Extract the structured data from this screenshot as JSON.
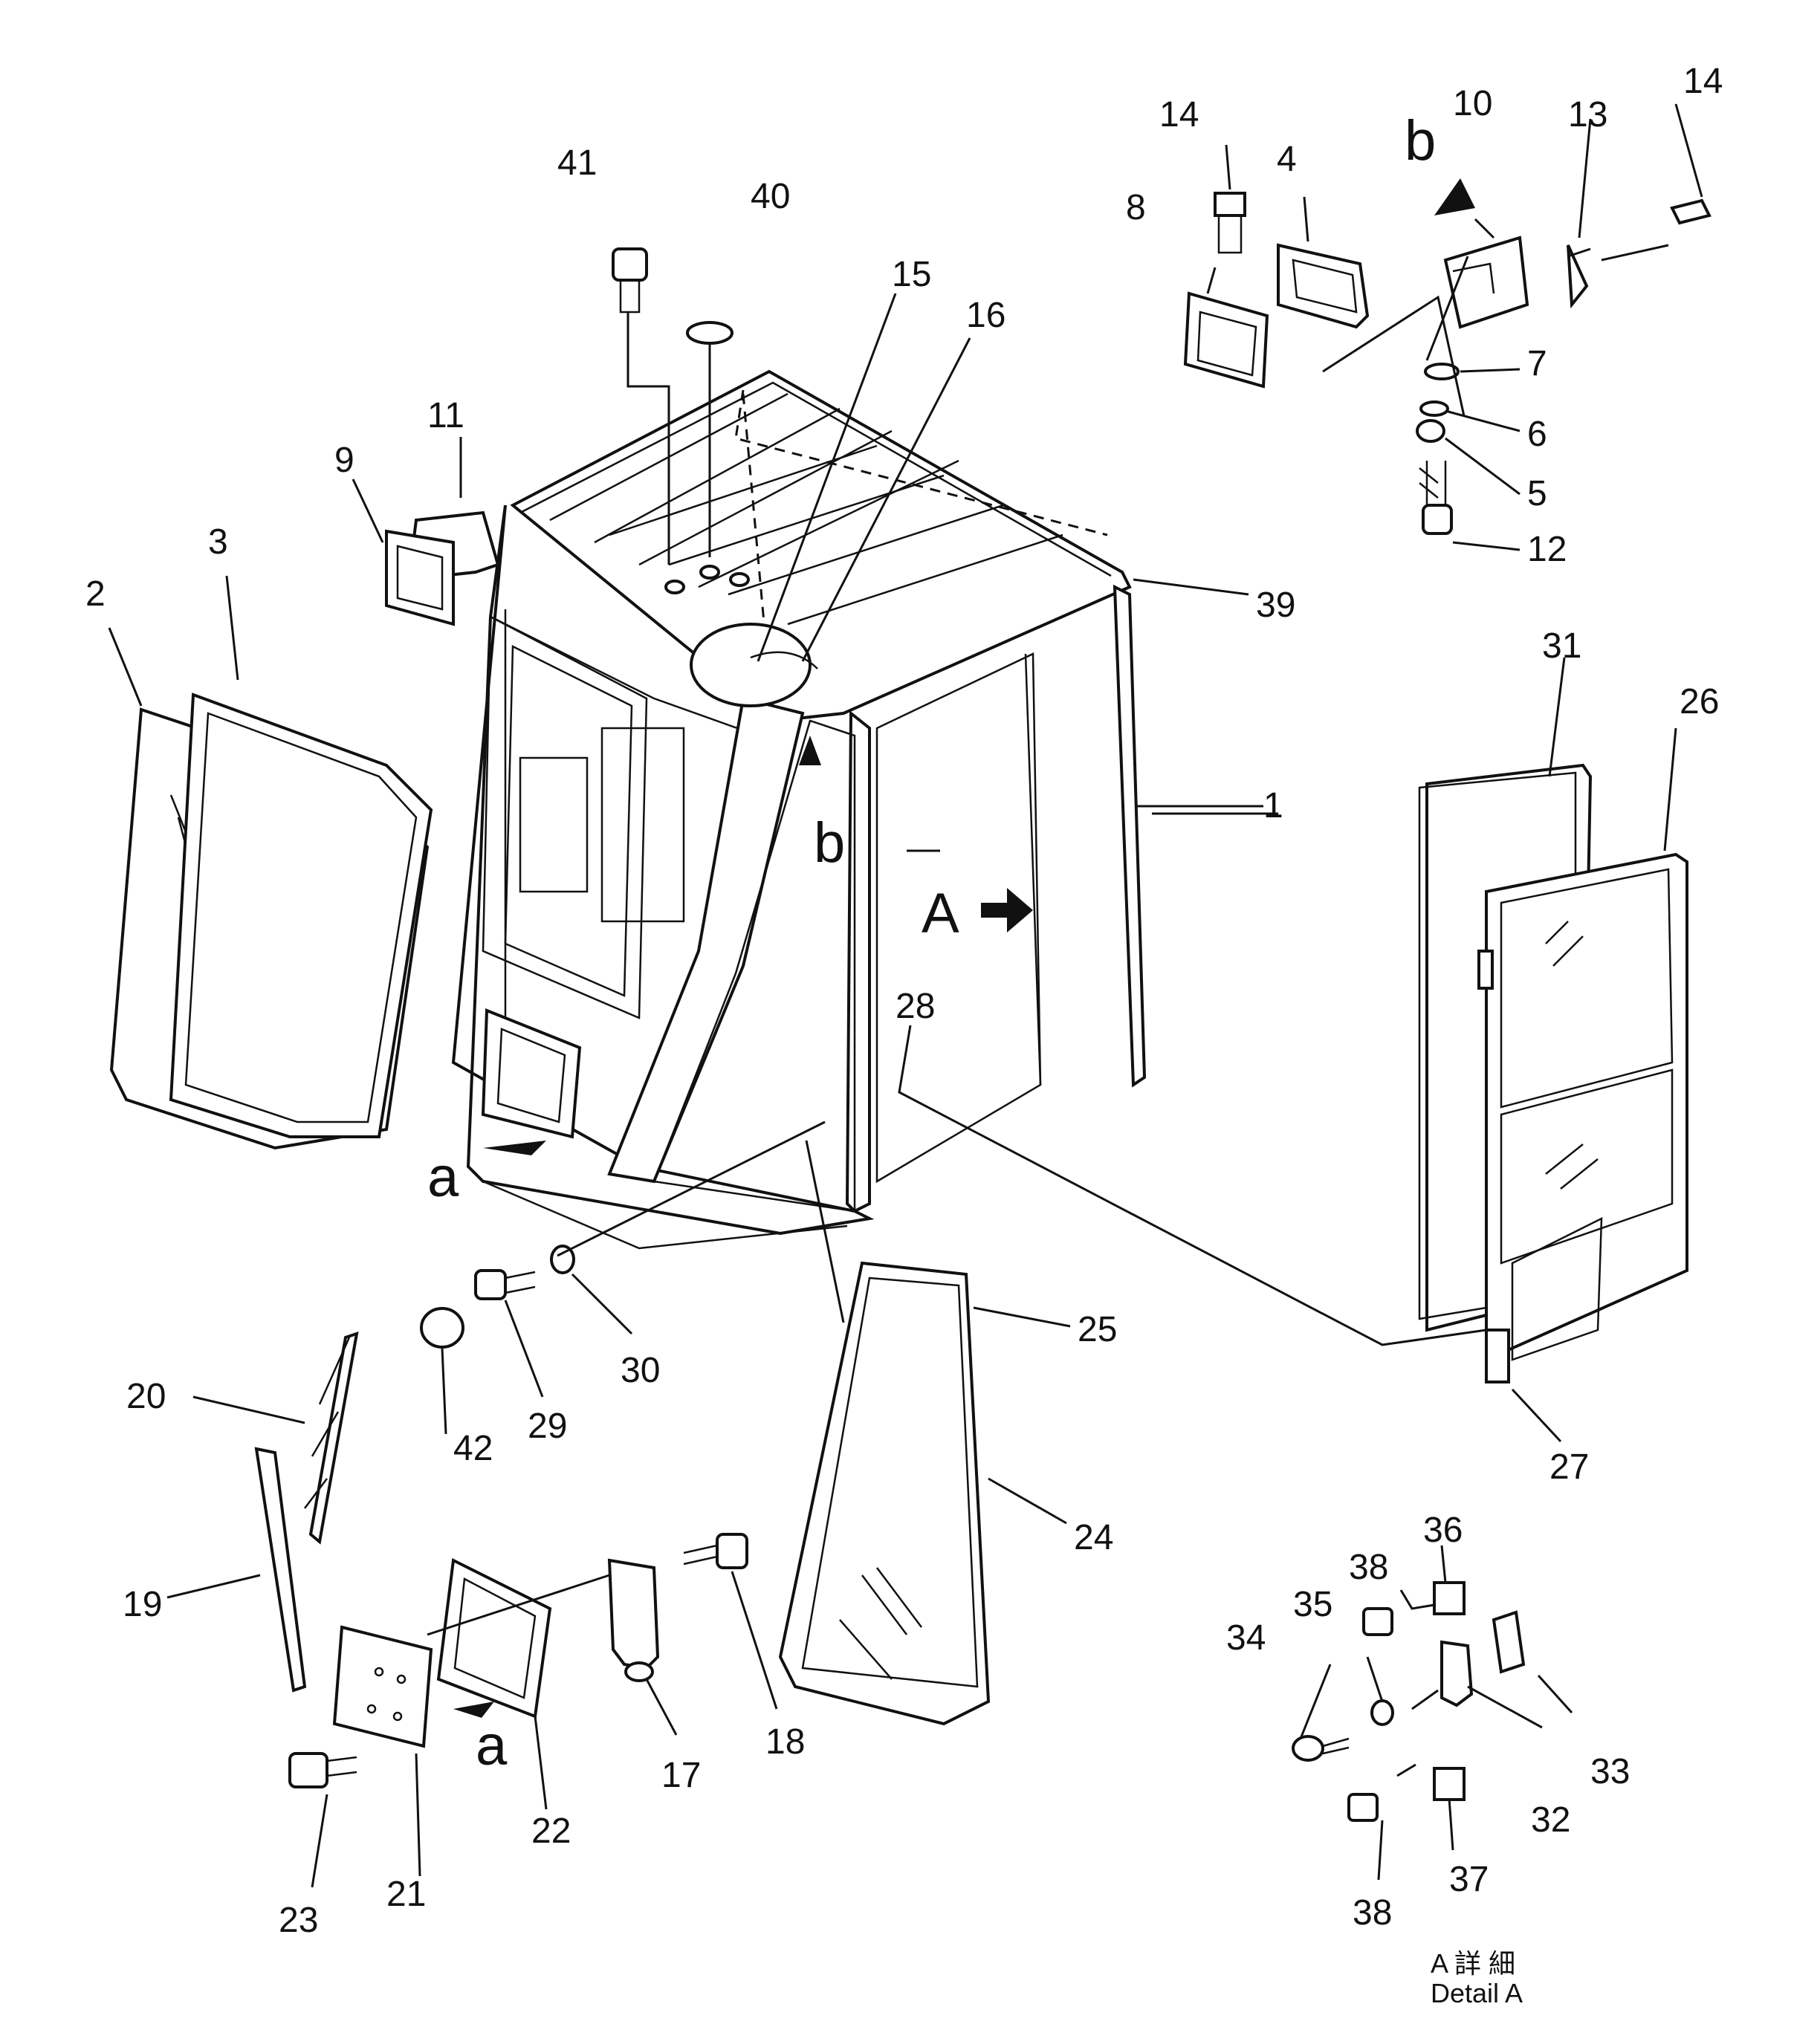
{
  "callouts": {
    "n1": "1",
    "n2": "2",
    "n3": "3",
    "n4": "4",
    "n5": "5",
    "n6": "6",
    "n7": "7",
    "n8": "8",
    "n9": "9",
    "n10": "10",
    "n11": "11",
    "n12": "12",
    "n13": "13",
    "n14a": "14",
    "n14b": "14",
    "n15": "15",
    "n16": "16",
    "n17": "17",
    "n18": "18",
    "n19": "19",
    "n20": "20",
    "n21": "21",
    "n22": "22",
    "n23": "23",
    "n24": "24",
    "n25": "25",
    "n26": "26",
    "n27": "27",
    "n28": "28",
    "n29": "29",
    "n30": "30",
    "n31": "31",
    "n32": "32",
    "n33": "33",
    "n34": "34",
    "n35": "35",
    "n36": "36",
    "n37": "37",
    "n38a": "38",
    "n38b": "38",
    "n39": "39",
    "n40": "40",
    "n41": "41",
    "n42": "42"
  },
  "refs": {
    "b_top": "b",
    "b_mid": "b",
    "a_mid": "a",
    "a_low": "a",
    "A_arrow": "A"
  },
  "detail_caption": {
    "line1": "A  詳  細",
    "line2": "Detail  A"
  }
}
